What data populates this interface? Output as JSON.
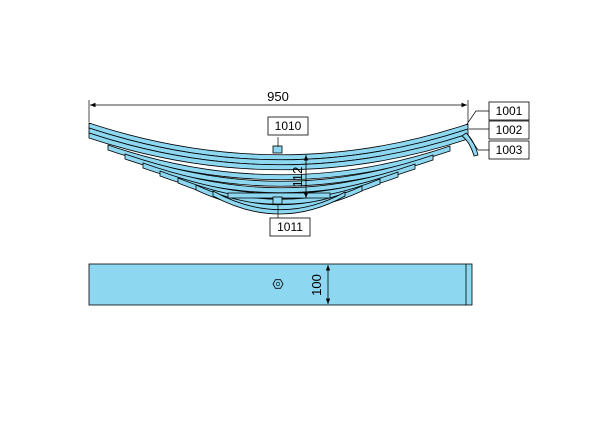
{
  "dimensions": {
    "overall_length": "950",
    "stack_height": "112",
    "leaf_width": "100"
  },
  "part_labels": {
    "p1001": "1001",
    "p1002": "1002",
    "p1003": "1003",
    "p1010": "1010",
    "p1011": "1011"
  },
  "colors": {
    "spring_fill": "#8dd7f0",
    "outline": "#000000"
  }
}
